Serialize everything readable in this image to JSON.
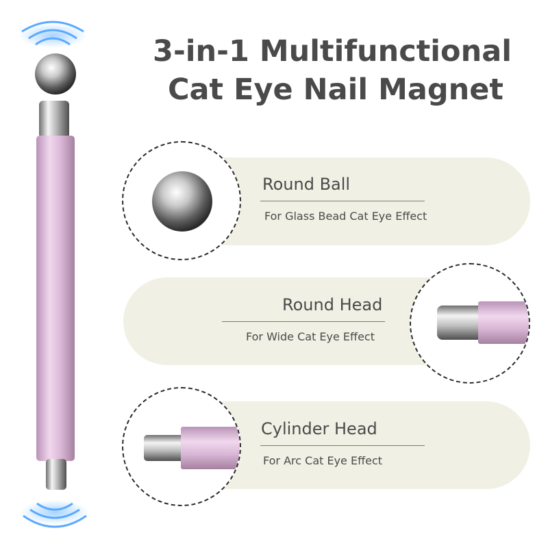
{
  "headline": {
    "line1": "3-in-1 Multifunctional",
    "line2": "Cat Eye Nail Magnet"
  },
  "features": [
    {
      "title": "Round Ball",
      "description": "For Glass Bead Cat Eye Effect",
      "icon": "ball-head-icon"
    },
    {
      "title": "Round Head",
      "description": "For Wide Cat Eye Effect",
      "icon": "round-head-icon"
    },
    {
      "title": "Cylinder Head",
      "description": "For Arc Cat Eye Effect",
      "icon": "cylinder-head-icon"
    }
  ],
  "colors": {
    "pill_background": "#f0f0e4",
    "text": "#4a4a4a",
    "magnet_body": "#d9b6d6",
    "magnetic_waves": "#5aa9ff"
  }
}
